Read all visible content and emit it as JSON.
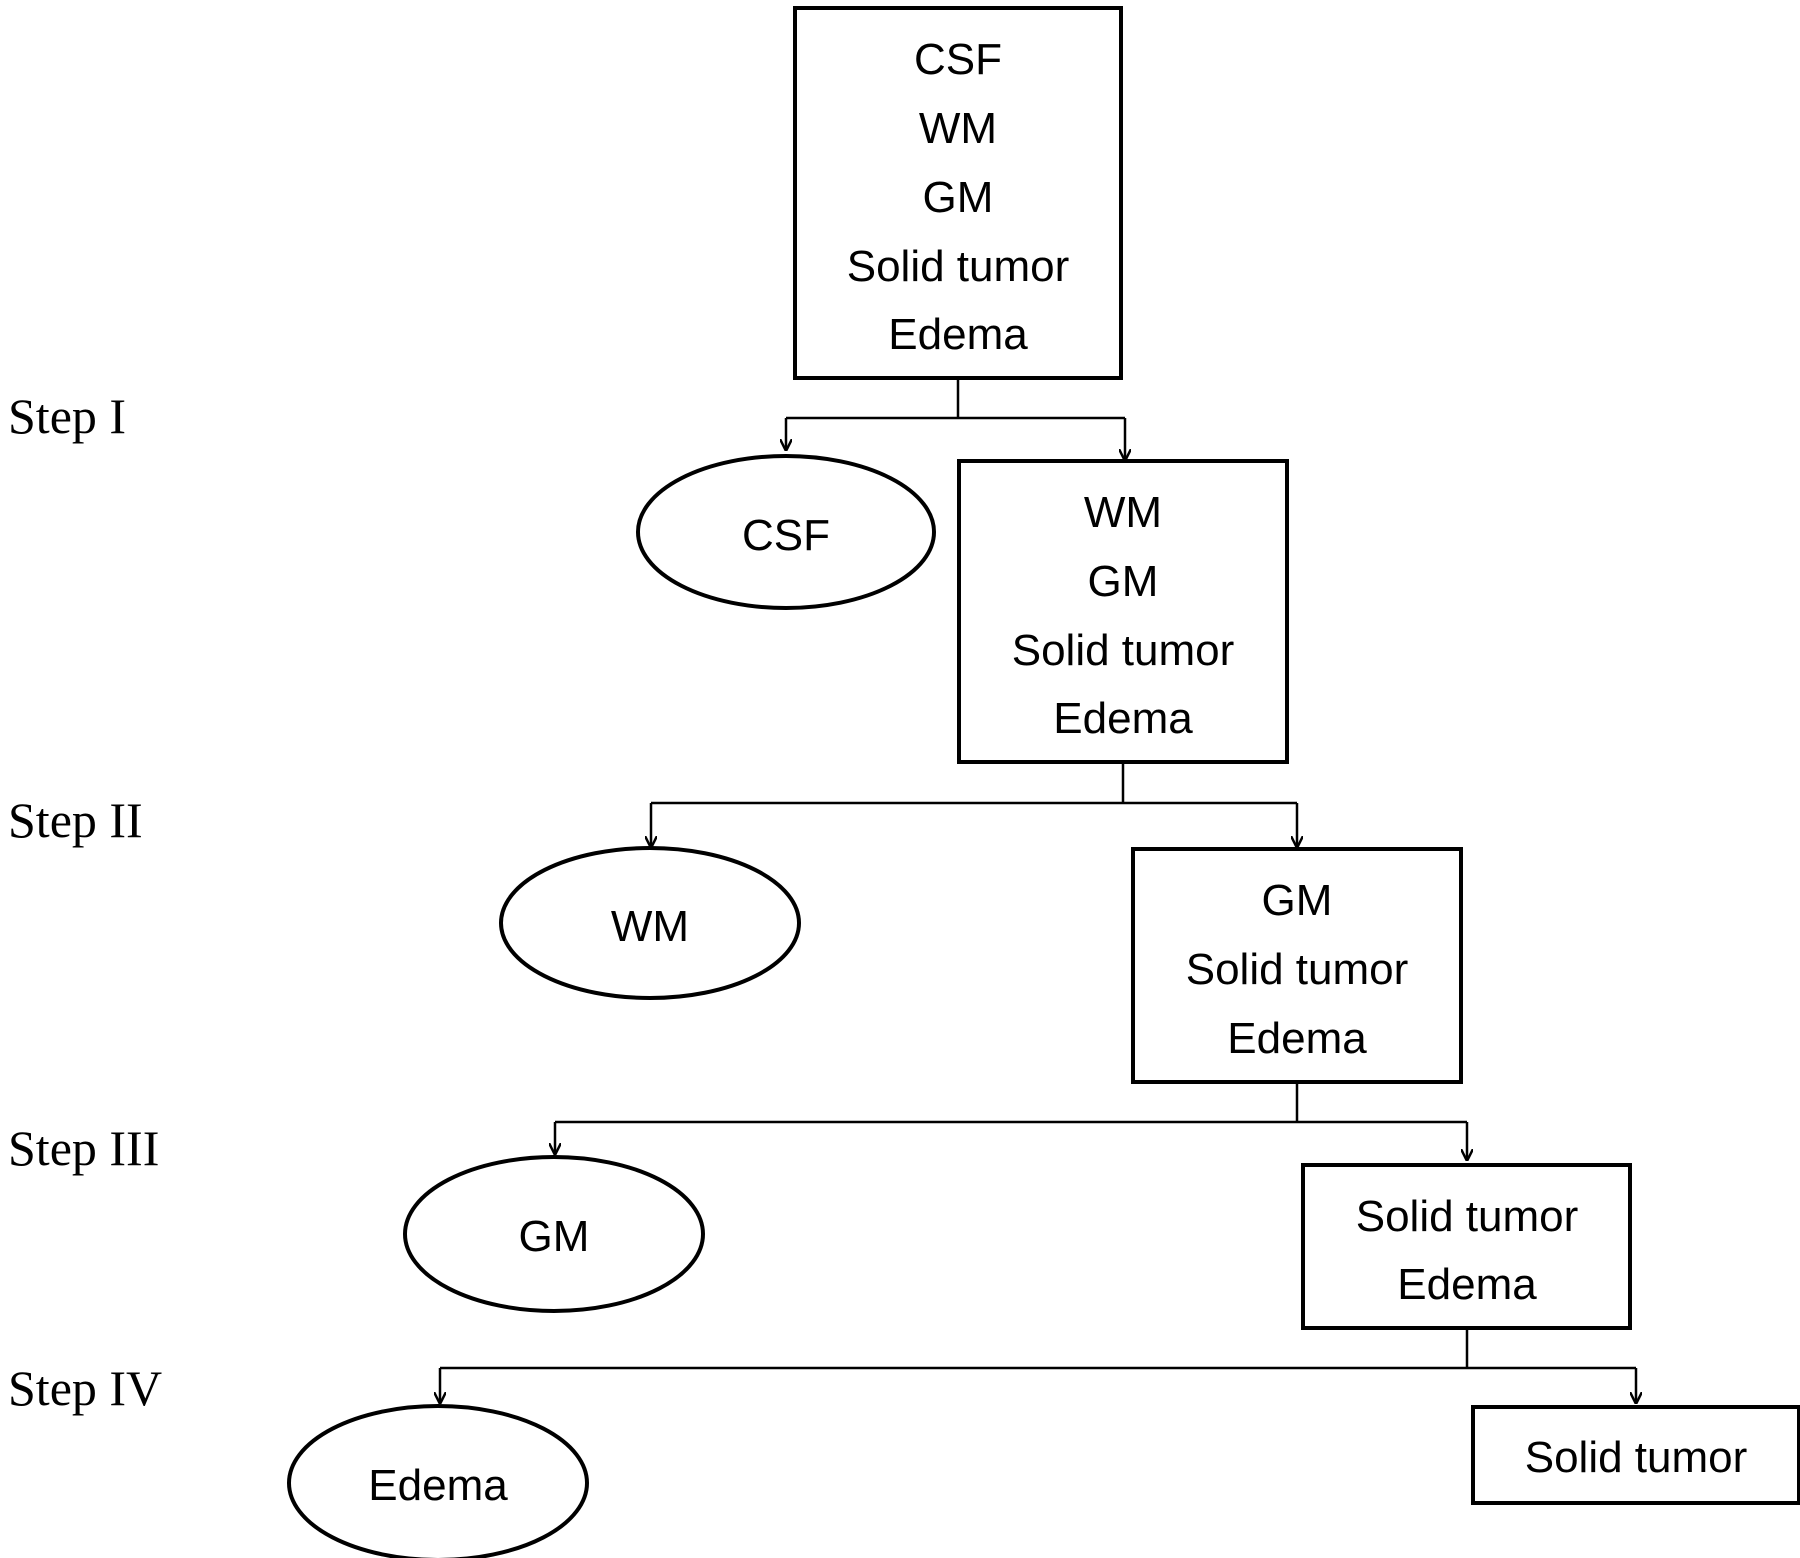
{
  "colors": {
    "stroke": "#000000",
    "background": "#ffffff",
    "text": "#000000"
  },
  "steps": [
    "Step I",
    "Step II",
    "Step III",
    "Step IV"
  ],
  "nodes": {
    "root_box": [
      "CSF",
      "WM",
      "GM",
      "Solid tumor",
      "Edema"
    ],
    "step1_leaf": "CSF",
    "step1_box": [
      "WM",
      "GM",
      "Solid tumor",
      "Edema"
    ],
    "step2_leaf": "WM",
    "step2_box": [
      "GM",
      "Solid tumor",
      "Edema"
    ],
    "step3_leaf": "GM",
    "step3_box": [
      "Solid tumor",
      "Edema"
    ],
    "step4_leaf": "Edema",
    "step4_box": "Solid tumor"
  }
}
